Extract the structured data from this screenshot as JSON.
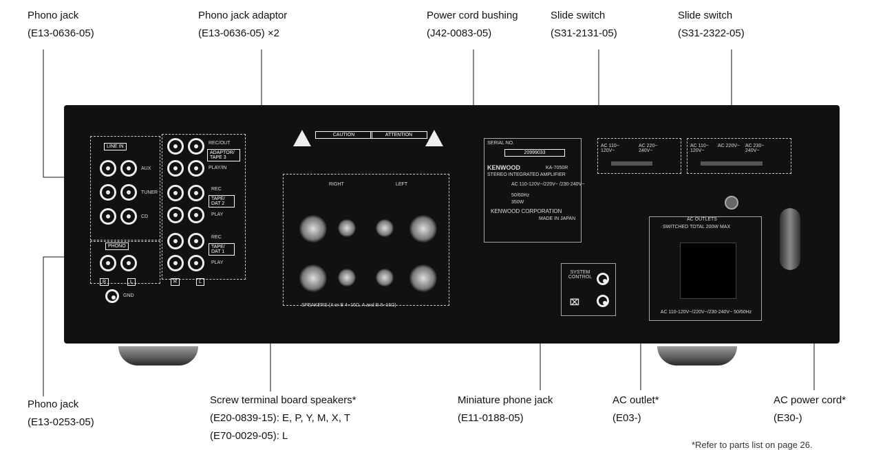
{
  "callouts": [
    {
      "id": "phono-jack-top",
      "name": "Phono jack",
      "part": "(E13-0636-05)"
    },
    {
      "id": "phono-jack-adaptor",
      "name": "Phono jack adaptor",
      "part": "(E13-0636-05) ×2"
    },
    {
      "id": "power-cord-bushing",
      "name": "Power cord bushing",
      "part": "(J42-0083-05)"
    },
    {
      "id": "slide-switch-1",
      "name": "Slide switch",
      "part": "(S31-2131-05)"
    },
    {
      "id": "slide-switch-2",
      "name": "Slide switch",
      "part": "(S31-2322-05)"
    },
    {
      "id": "phono-jack-bottom",
      "name": "Phono jack",
      "part": "(E13-0253-05)"
    },
    {
      "id": "screw-terminal",
      "name": "Screw terminal board speakers*",
      "part": "(E20-0839-15): E, P, Y, M, X, T",
      "part2": "(E70-0029-05): L"
    },
    {
      "id": "miniature-phone-jack",
      "name": "Miniature phone jack",
      "part": "(E11-0188-05)"
    },
    {
      "id": "ac-outlet",
      "name": "AC outlet*",
      "part": "(E03-)"
    },
    {
      "id": "ac-power-cord",
      "name": "AC power cord*",
      "part": "(E30-)"
    }
  ],
  "footnote": "*Refer to parts list on page 26.",
  "panel": {
    "line_in": "LINE IN",
    "aux": "AUX",
    "tuner": "TUNER",
    "cd": "CD",
    "phono": "PHONO",
    "r": "R",
    "l": "L",
    "gnd": "GND",
    "rec_out": "REC/OUT",
    "adaptor_tape3": "ADAPTOR/ TAPE 3",
    "play_in": "PLAY/IN",
    "rec_a": "REC",
    "tape_dat2": "TAPE/ DAT 2",
    "play_a": "PLAY",
    "rec_b": "REC",
    "tape_dat1": "TAPE/ DAT 1",
    "play_b": "PLAY",
    "caution": "CAUTION",
    "attention": "ATTENTION",
    "right": "RIGHT",
    "left": "LEFT",
    "speakers": "SPEAKERS (A or B 4~16Ω, A and B 8~16Ω)",
    "serial_no": "SERIAL NO.",
    "serial_value": "20999033",
    "kenwood": "KENWOOD",
    "model": "KA-7050R",
    "stereo_amp": "STEREO INTEGRATED AMPLIFIER",
    "ac_rating": "AC 110-120V~/220V~ /230-240V~",
    "hz": "50/60Hz",
    "watts": "350W",
    "corp": "KENWOOD CORPORATION",
    "made_in": "MADE IN JAPAN",
    "sw1_a": "AC 110~ 120V~",
    "sw1_b": "AC 220~ 240V~",
    "sw2_a": "AC 110~ 120V~",
    "sw2_b": "AC 220V~",
    "sw2_c": "AC 230~ 240V~",
    "system_control": "SYSTEM CONTROL",
    "ac_outlets": "AC OUTLETS",
    "switched_total": "SWITCHED TOTAL 200W MAX",
    "outlet_rating": "AC 110-120V~/220V~/230-240V~ 50/60Hz"
  }
}
